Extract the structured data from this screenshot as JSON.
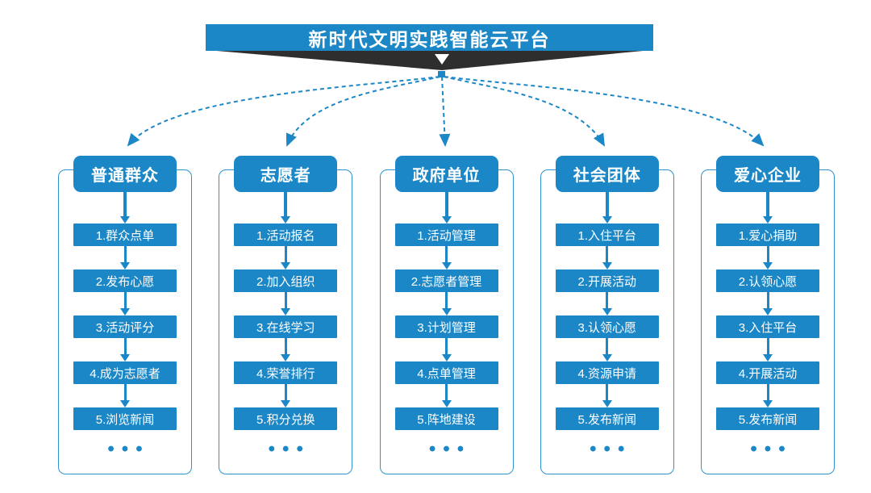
{
  "diagram": {
    "title": "新时代文明实践智能云平台",
    "ellipsis": "•••",
    "colors": {
      "primary": "#1b87c7",
      "ribbon": "#2e2e2e",
      "background": "#ffffff"
    },
    "columns": [
      {
        "header": "普通群众",
        "items": [
          "1.群众点单",
          "2.发布心愿",
          "3.活动评分",
          "4.成为志愿者",
          "5.浏览新闻"
        ]
      },
      {
        "header": "志愿者",
        "items": [
          "1.活动报名",
          "2.加入组织",
          "3.在线学习",
          "4.荣誉排行",
          "5.积分兑换"
        ]
      },
      {
        "header": "政府单位",
        "items": [
          "1.活动管理",
          "2.志愿者管理",
          "3.计划管理",
          "4.点单管理",
          "5.阵地建设"
        ]
      },
      {
        "header": "社会团体",
        "items": [
          "1.入住平台",
          "2.开展活动",
          "3.认领心愿",
          "4.资源申请",
          "5.发布新闻"
        ]
      },
      {
        "header": "爱心企业",
        "items": [
          "1.爱心捐助",
          "2.认领心愿",
          "3.入住平台",
          "4.开展活动",
          "5.发布新闻"
        ]
      }
    ]
  }
}
